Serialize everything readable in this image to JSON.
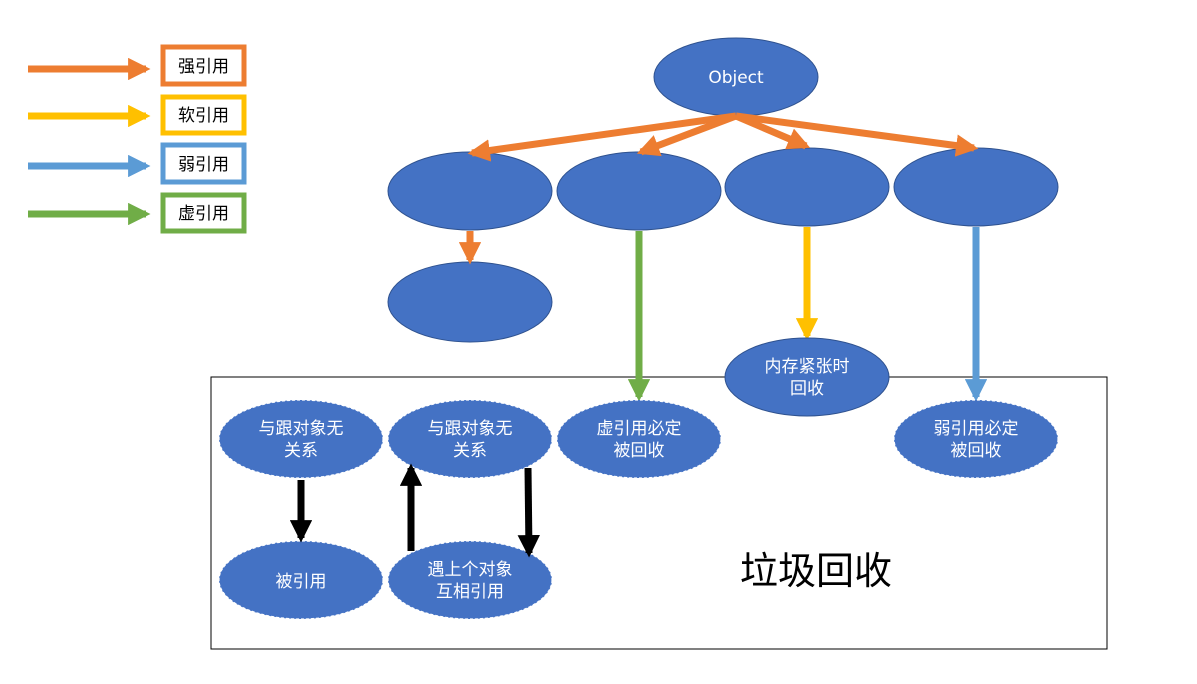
{
  "colors": {
    "strong": "#ED7D31",
    "soft": "#FFC000",
    "weak": "#5B9BD5",
    "phantom": "#70AD47",
    "node_fill": "#4472C4",
    "node_stroke": "#2F528F",
    "black": "#000000"
  },
  "legend": {
    "strong": "强引用",
    "soft": "软引用",
    "weak": "弱引用",
    "phantom": "虚引用"
  },
  "nodes": {
    "object": "Object",
    "soft_note": [
      "内存紧张时",
      "回收"
    ],
    "phantom_gc": [
      "虚引用必定",
      "被回收"
    ],
    "weak_gc": [
      "弱引用必定",
      "被回收"
    ],
    "unrelated_1": [
      "与跟对象无",
      "关系"
    ],
    "unrelated_2": [
      "与跟对象无",
      "关系"
    ],
    "referenced": "被引用",
    "mutual_ref": [
      "遇上个对象",
      "互相引用"
    ]
  },
  "gc_area": {
    "title": "垃圾回收"
  }
}
